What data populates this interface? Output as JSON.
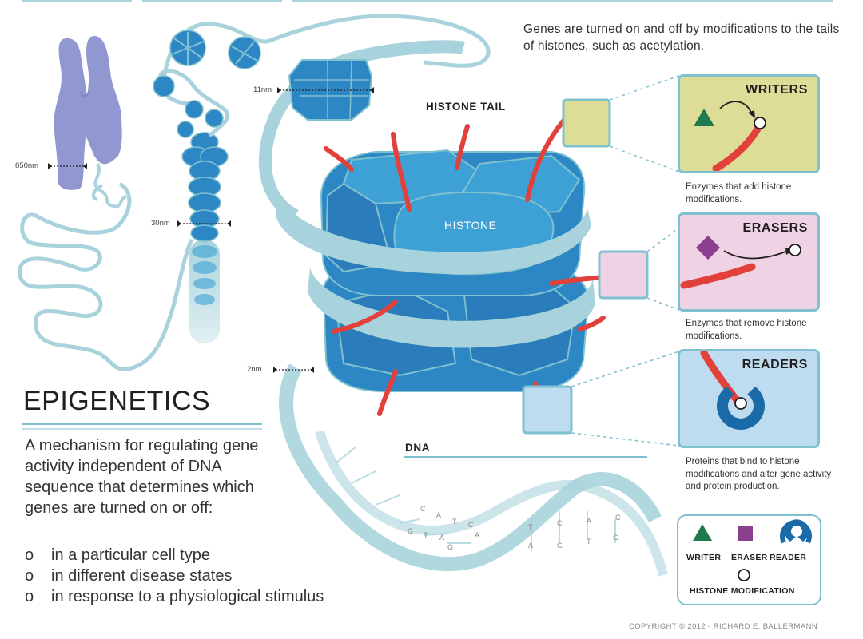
{
  "intro_text": "Genes are turned on and off by modifications to the tails of histones, such as acetylation.",
  "scales": {
    "s850": "850nm",
    "s30": "30nm",
    "s11": "11nm",
    "s2": "2nm"
  },
  "labels": {
    "histone_tail": "HISTONE TAIL",
    "histone": "HISTONE",
    "dna": "DNA"
  },
  "panels": {
    "writers": {
      "title": "WRITERS",
      "caption": "Enzymes that add histone modifications."
    },
    "erasers": {
      "title": "ERASERS",
      "caption": "Enzymes that remove histone modifications."
    },
    "readers": {
      "title": "READERS",
      "caption": "Proteins that bind to histone modifications and alter gene activity and protein production."
    }
  },
  "epigenetics": {
    "title": "EPIGENETICS",
    "description": "A mechanism for regulating gene activity independent of DNA sequence that determines which genes are turned on or off:",
    "bullet_char": "o",
    "items": [
      "in a particular cell type",
      "in different disease states",
      "in response to a physiological stimulus"
    ]
  },
  "legend": {
    "writer": "WRITER",
    "eraser": "ERASER",
    "reader": "READER",
    "modification": "HISTONE MODIFICATION"
  },
  "dna_letters": [
    "C",
    "A",
    "T",
    "C",
    "A",
    "G",
    "T",
    "A",
    "G",
    "T",
    "C",
    "A",
    "C",
    "A",
    "G",
    "T",
    "G"
  ],
  "copyright": "COPYRIGHT © 2012 - RICHARD E. BALLERMANN",
  "colors": {
    "ribbon": "#a8d3dc",
    "histone_blue": "#2d87c4",
    "histone_light": "#3ea1d6",
    "tail_red": "#e2413b",
    "chromosome": "#9097d1",
    "writer_green": "#1f7a4f",
    "eraser_purple": "#8b3f8e",
    "reader_blue": "#1a6aa8",
    "writers_bg": "#dedd97",
    "erasers_bg": "#efd3e4",
    "readers_bg": "#bedcef",
    "panel_border": "#7fc1ce"
  }
}
